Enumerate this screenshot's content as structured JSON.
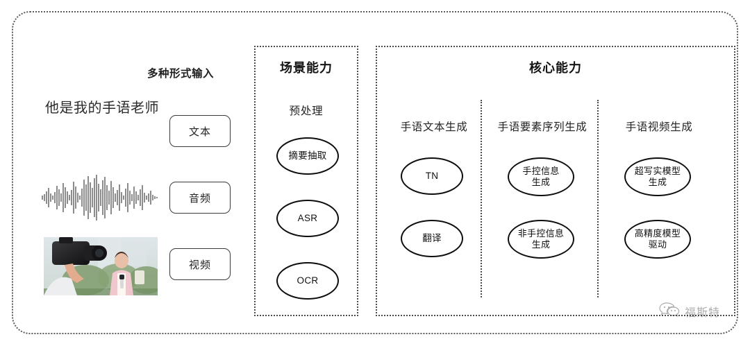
{
  "input_panel": {
    "section_label": "多种形式输入",
    "sample_sentence": "他是我的手语老师",
    "chips": [
      {
        "id": "text",
        "label": "文本"
      },
      {
        "id": "audio",
        "label": "音频"
      },
      {
        "id": "video",
        "label": "视频"
      }
    ],
    "waveform_name": "audio-waveform",
    "video_thumbnail_name": "video-thumbnail"
  },
  "scene_capability": {
    "title": "场景能力",
    "subtitle": "预处理",
    "nodes": [
      {
        "id": "summary",
        "label": "摘要抽取"
      },
      {
        "id": "asr",
        "label": "ASR"
      },
      {
        "id": "ocr",
        "label": "OCR"
      }
    ]
  },
  "core_capability": {
    "title": "核心能力",
    "columns": [
      {
        "heading": "手语文本生成",
        "nodes": [
          {
            "id": "tn",
            "line1": "TN",
            "line2": ""
          },
          {
            "id": "translate",
            "line1": "翻译",
            "line2": ""
          }
        ]
      },
      {
        "heading": "手语要素序列生成",
        "nodes": [
          {
            "id": "manual-info",
            "line1": "手控信息",
            "line2": "生成"
          },
          {
            "id": "non-manual-info",
            "line1": "非手控信息",
            "line2": "生成"
          }
        ]
      },
      {
        "heading": "手语视频生成",
        "nodes": [
          {
            "id": "photoreal-model",
            "line1": "超写实模型",
            "line2": "生成"
          },
          {
            "id": "high-precision-model",
            "line1": "高精度模型",
            "line2": "驱动"
          }
        ]
      }
    ]
  },
  "watermark": {
    "text": "福斯特",
    "icon": "wechat-bubbles-icon"
  },
  "colors": {
    "border": "#4a4a4a",
    "node_border": "#0d0d0d",
    "text": "#1a1a1a",
    "background": "#ffffff"
  }
}
